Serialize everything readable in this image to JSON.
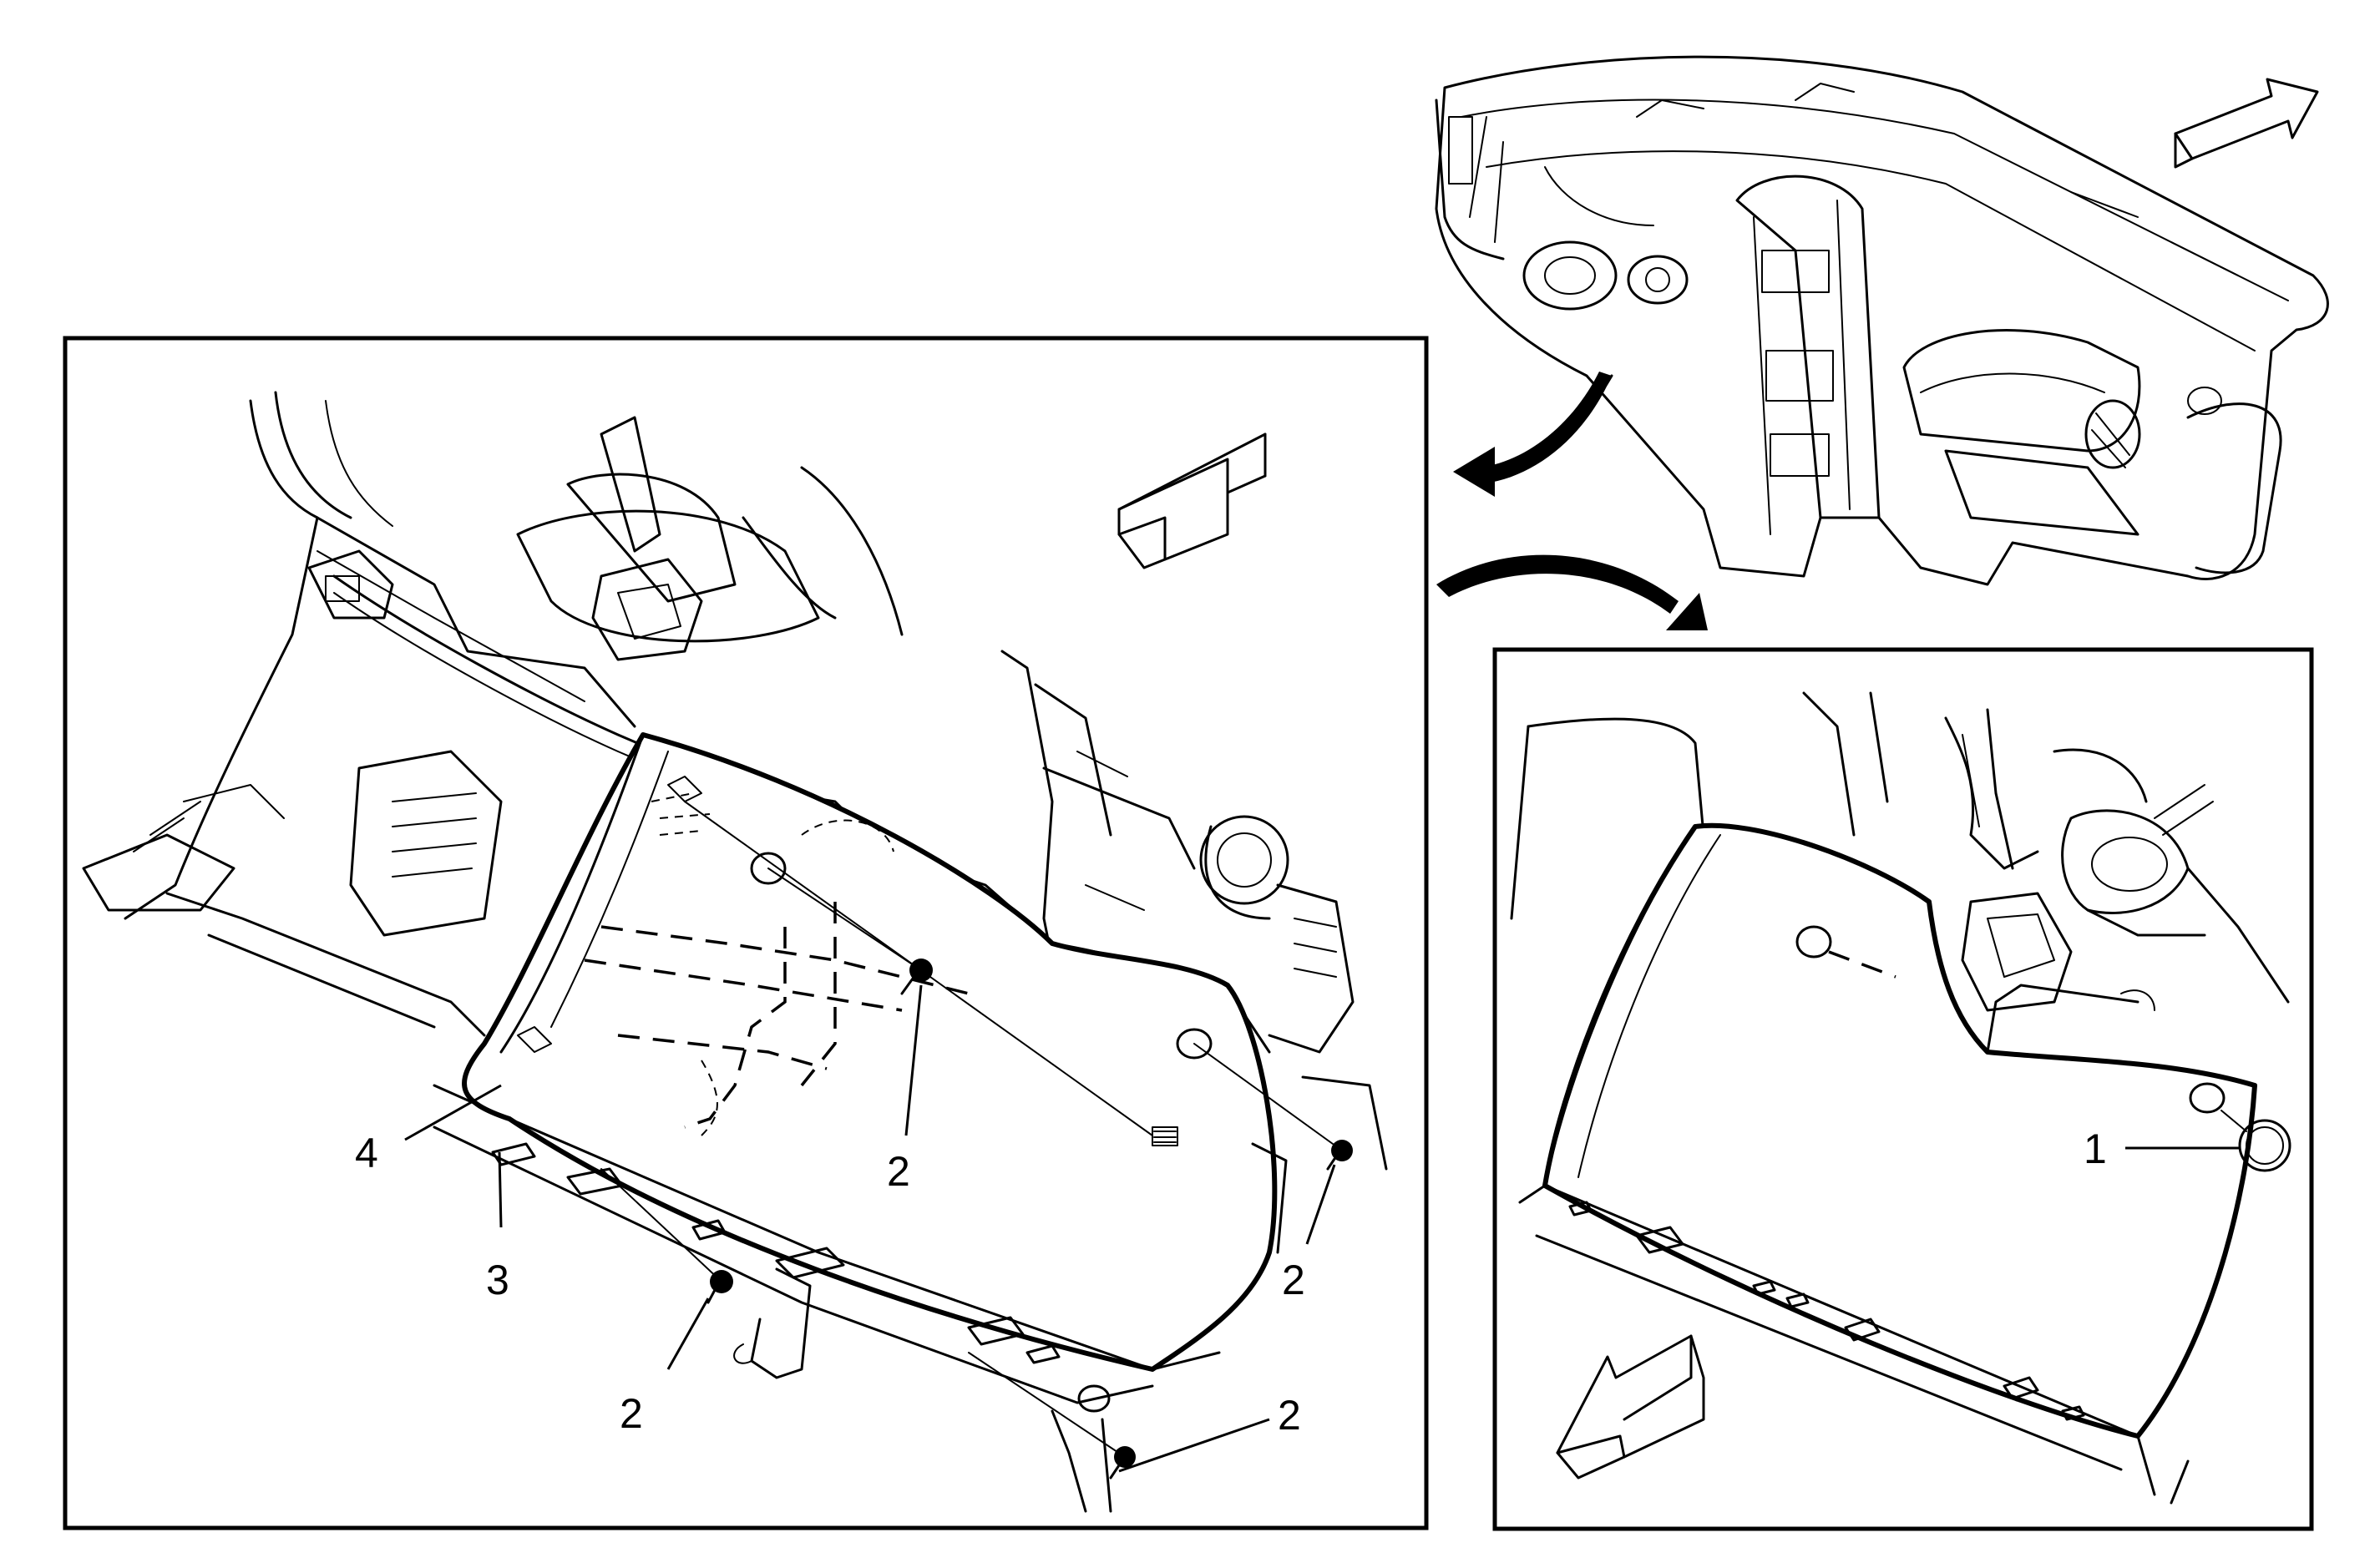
{
  "callouts": {
    "c1": "1",
    "c2a": "2",
    "c2b": "2",
    "c2c": "2",
    "c2d": "2",
    "c3": "3",
    "c4": "4"
  },
  "colors": {
    "line": "#000000",
    "background": "#ffffff"
  }
}
